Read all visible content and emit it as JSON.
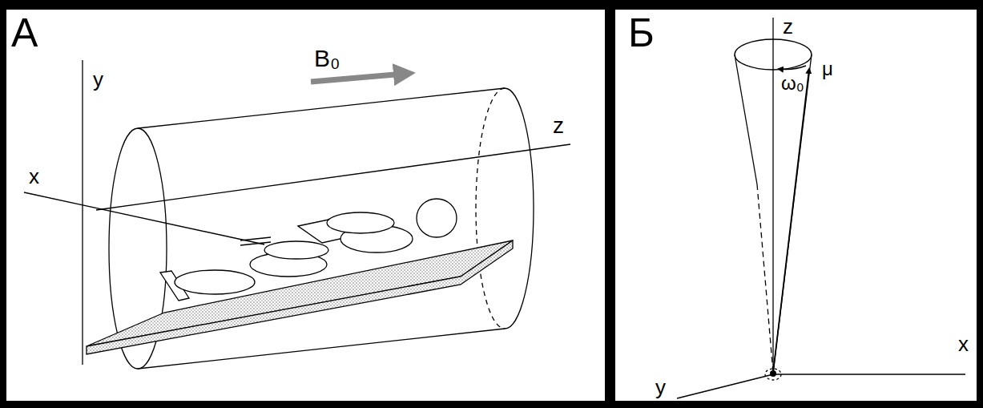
{
  "diagram": {
    "labels": [
      "А",
      "y",
      "x",
      "B₀",
      "z",
      "Б",
      "z",
      "ω₀",
      "μ",
      "x",
      "y"
    ]
  }
}
